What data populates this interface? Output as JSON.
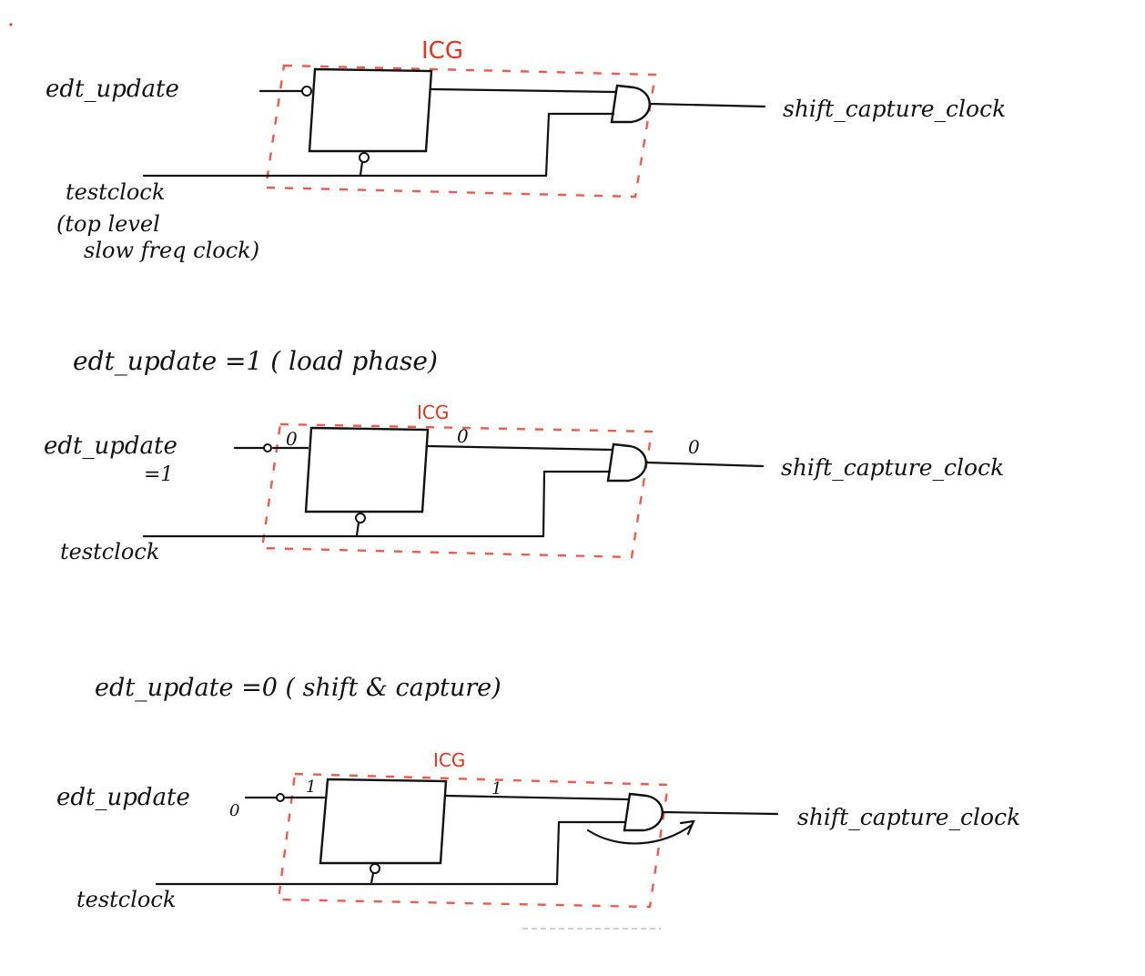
{
  "diagram1": {
    "icg_label": "ICG",
    "input_label": "edt_update",
    "clock_label": "testclock",
    "clock_note_line1": "(top level",
    "clock_note_line2": "slow  freq clock)",
    "output_label": "shift_capture_clock"
  },
  "mode_load_label": "edt_update  =1  ( load phase)",
  "diagram2": {
    "icg_label": "ICG",
    "input_label": "edt_update",
    "input_value_note": "=1",
    "input_gate_value": "0",
    "icg_output_value": "0",
    "and_output_value": "0",
    "clock_label": "testclock",
    "output_label": "shift_capture_clock"
  },
  "mode_shift_label": "edt_update =0   ( shift & capture)",
  "diagram3": {
    "icg_label": "ICG",
    "input_label": "edt_update",
    "input_value": "0",
    "input_gate_value": "1",
    "icg_output_value": "1",
    "clock_label": "testclock",
    "output_label": "shift_capture_clock"
  },
  "colors": {
    "ink": "#111111",
    "annotation_red": "#e8321e",
    "background": "#ffffff"
  }
}
